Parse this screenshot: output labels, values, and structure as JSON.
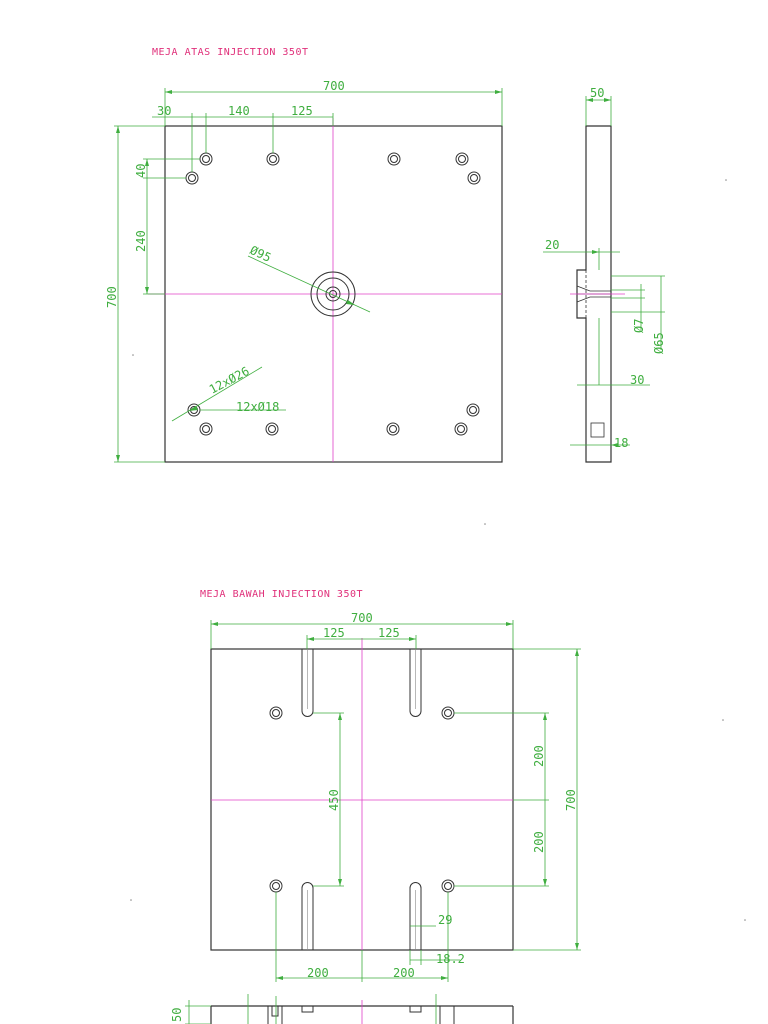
{
  "colors": {
    "outline": "#333333",
    "dimension": "#3fae3f",
    "centerline": "#e040c8",
    "title": "#e0307a",
    "holes": "#333333"
  },
  "top_drawing": {
    "title": "MEJA ATAS INJECTION 350T",
    "dims": {
      "width": "700",
      "d30": "30",
      "d140": "140",
      "d125": "125",
      "d40": "40",
      "d240": "240",
      "height": "700",
      "center_hole": "Ø95",
      "bolt_holes": "12xØ26",
      "bolt_inner": "12xØ18"
    }
  },
  "side_view": {
    "dims": {
      "thickness": "50",
      "d20": "20",
      "d7": "Ø7",
      "d65": "Ø65",
      "d30": "30",
      "d18": "18"
    }
  },
  "bottom_drawing": {
    "title": "MEJA BAWAH INJECTION 350T",
    "dims": {
      "width": "700",
      "d125a": "125",
      "d125b": "125",
      "d450": "450",
      "d200a": "200",
      "d200b": "200",
      "height": "700",
      "d29": "29",
      "d18_2": "18.2",
      "d200c": "200",
      "d200d": "200"
    }
  },
  "bottom_side_view": {
    "dims": {
      "thickness": "50"
    }
  }
}
